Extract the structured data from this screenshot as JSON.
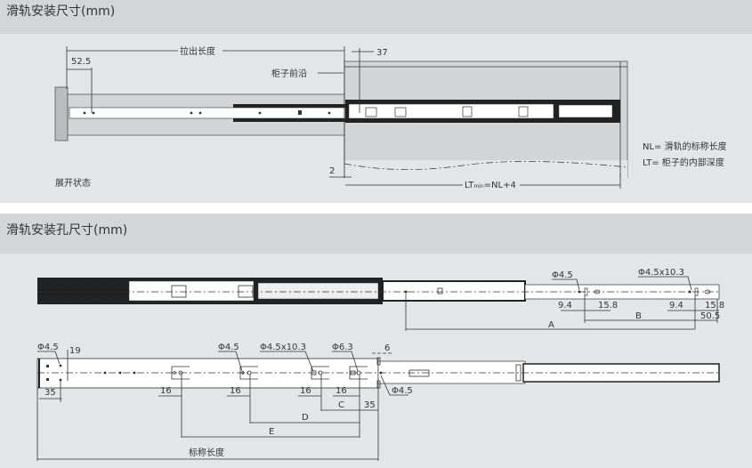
{
  "section1": {
    "title": "滑轨安装尺寸(mm)",
    "pull_out_length": "拉出长度",
    "dim_52_5": "52.5",
    "dim_37": "37",
    "cabinet_front_edge": "柜子前沿",
    "dim_2": "2",
    "lt_formula_lt": "LT",
    "lt_formula_sub": "min",
    "lt_formula_rest": "=NL+4",
    "legend_nl": "NL=  滑轨的标称长度",
    "legend_lt": "LT=  柜子的内部深度",
    "state_label": "展开状态"
  },
  "section2": {
    "title": "滑轨安装孔尺寸(mm)",
    "upper": {
      "hole1": "Φ4.5",
      "hole2": "Φ4.5x10.3",
      "d9_4a": "9.4",
      "d15_8a": "15.8",
      "d9_4b": "9.4",
      "d15_8b": "15.8",
      "d50_5": "50.5",
      "label_a": "A",
      "label_b": "B"
    },
    "lower": {
      "hole_left": "Φ4.5",
      "d19": "19",
      "hole_mid": "Φ4.5",
      "hole_slot": "Φ4.5x10.3",
      "hole_63": "Φ6.3",
      "d6": "6",
      "hole_right": "Φ4.5",
      "d35_left": "35",
      "d16_1": "16",
      "d16_2": "16",
      "d16_3": "16",
      "d16_4": "16",
      "label_c": "C",
      "d35_right": "35",
      "label_d": "D",
      "label_e": "E",
      "nominal_length": "标称长度"
    }
  }
}
